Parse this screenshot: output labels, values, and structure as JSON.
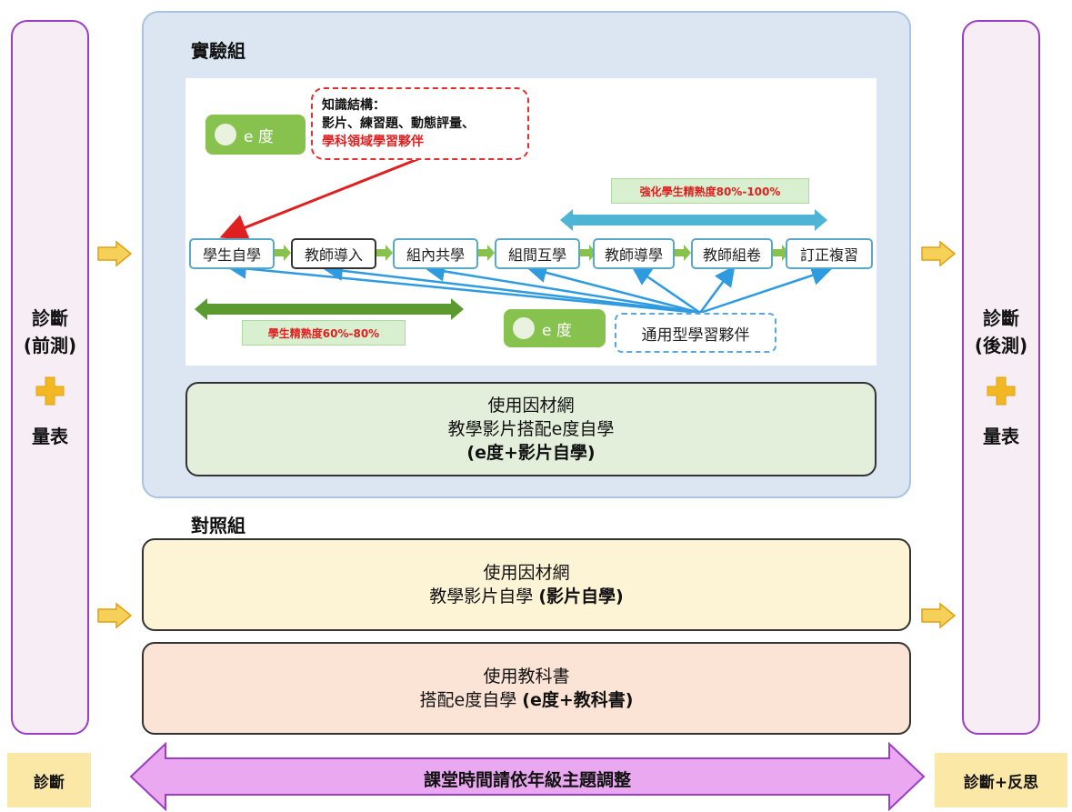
{
  "left_panel": {
    "line1": "診斷",
    "line2": "(前測)",
    "line3": "量表"
  },
  "right_panel": {
    "line1": "診斷",
    "line2": "(後測)",
    "line3": "量表"
  },
  "experiment": {
    "title": "實驗組",
    "knowledge": {
      "line1": "知識結構：",
      "line2": "影片、練習題、動態評量、",
      "line3": "學科領域學習夥伴"
    },
    "badge_label": "e 度",
    "steps": [
      "學生自學",
      "教師導入",
      "組內共學",
      "組間互學",
      "教師導學",
      "教師組卷",
      "訂正複習"
    ],
    "mastery_high": "強化學生精熟度80%-100%",
    "mastery_low": "學生精熟度60%-80%",
    "partner": "通用型學習夥伴",
    "method": {
      "line1": "使用因材網",
      "line2": "教學影片搭配e度自學",
      "line3": "(e度+影片自學)"
    }
  },
  "control": {
    "title": "對照組",
    "method1": {
      "line1": "使用因材網",
      "line2_plain": "教學影片自學 ",
      "line2_bold": "(影片自學)"
    },
    "method2": {
      "line1": "使用教科書",
      "line2_plain": "搭配e度自學 ",
      "line2_bold": "(e度+教科書)"
    }
  },
  "bottom": {
    "left": "診斷",
    "arrow": "課堂時間請依年級主題調整",
    "right": "診斷+反思"
  },
  "colors": {
    "side_border": "#9a3ec4",
    "side_fill": "#f7edf5",
    "exp_fill": "#dbe6f2",
    "method_exp": "#e3eedb",
    "method_control1": "#fdf3d5",
    "method_control2": "#fbe3d6",
    "plus": "#f2b824",
    "bottom_arrow": "#e9a8f0"
  },
  "icons": [
    "right-arrow-icon",
    "plus-icon",
    "e-du-mascot-icon",
    "double-arrow-icon"
  ]
}
